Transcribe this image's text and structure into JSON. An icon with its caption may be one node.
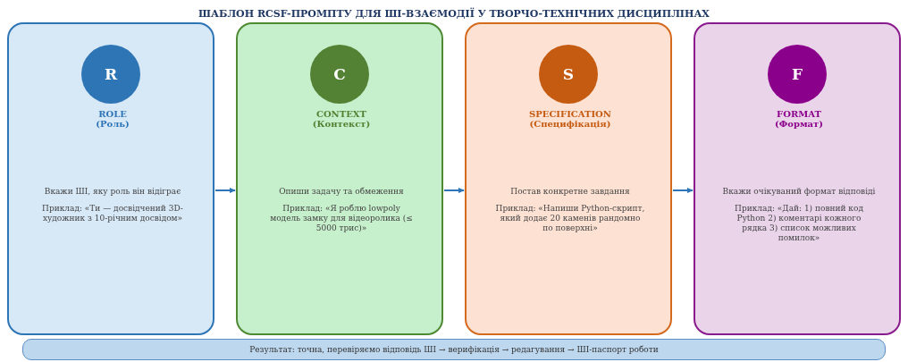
{
  "diagram": {
    "title": "ШАБЛОН RCSF-ПРОМПТУ ДЛЯ ШІ-ВЗАЄМОДІЇ У ТВОРЧО-ТЕХНІЧНИХ ДИСЦИПЛІНАХ",
    "nodes": [
      {
        "text": [
          "ROLE (Роль)",
          "Вкажи ШІ, яку роль він відіграє",
          "Приклад: «Ти — досвідчений 3D-художник з 10-річним досвідом»"
        ]
      },
      {
        "text": [
          "R"
        ],
        "in": 0
      },
      {
        "text": [
          "CONTEXT (Контекст)",
          "Опиши задачу та обмеження",
          "Приклад: «Я роблю lowpoly модель замку для відеоролика (≤ 5000 трис)»"
        ]
      },
      {
        "text": [
          "C"
        ],
        "in": 2
      },
      {
        "text": [
          "SPECIFICATION (Специфікація)",
          "Постав конкретне завдання",
          "Приклад: «Напиши Python-скрипт, який додає 20 каменів рандомно по поверхні»"
        ]
      },
      {
        "text": [
          "S"
        ],
        "in": 4
      },
      {
        "text": [
          "FORMAT (Формат)",
          "Вкажи очікуваний формат відповіді",
          "Приклад: «Дай: 1) повний код Python 2) коментарі кожного рядка 3) список можливих помилок»"
        ]
      },
      {
        "text": [
          "F"
        ],
        "in": 6
      },
      {
        "text": [
          "Результат: точна, перевіряємо відповідь ШІ → верифікація → редагування → ШІ-паспорт роботи"
        ]
      }
    ],
    "edges": [
      {
        "from": 0,
        "to": 2,
        "arrow": "to"
      },
      {
        "from": 2,
        "to": 4,
        "arrow": "to"
      },
      {
        "from": 4,
        "to": 6,
        "arrow": "to"
      }
    ]
  }
}
